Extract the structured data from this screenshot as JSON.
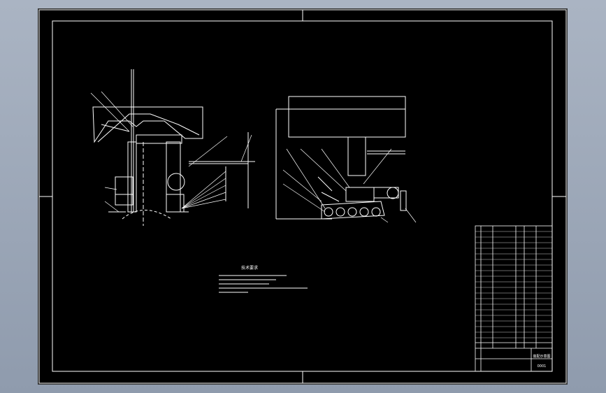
{
  "drawing": {
    "notes_title": "技术要求",
    "title_block": {
      "drawing_name": "装配示意图",
      "drawing_no": "0001"
    }
  },
  "colors": {
    "background": "#000000",
    "line": "#ffffff",
    "frame_bg": "#9aa6b8"
  }
}
